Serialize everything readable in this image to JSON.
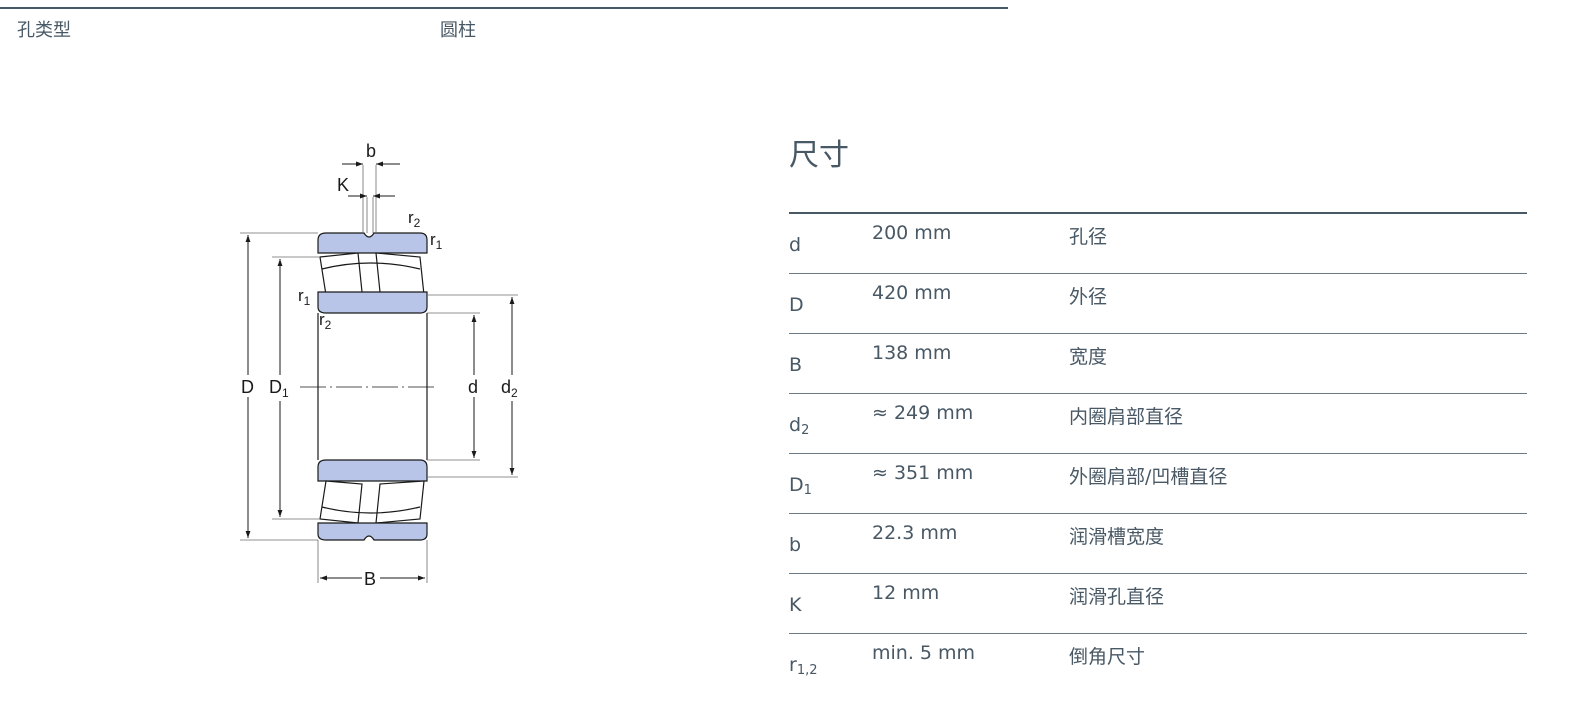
{
  "bore": {
    "label": "孔类型",
    "value": "圆柱"
  },
  "diagram_labels": {
    "b": "b",
    "K": "K",
    "r": "r",
    "r1_sub": "1",
    "r2_sub": "2",
    "D": "D",
    "D1_main": "D",
    "D1_sub": "1",
    "d": "d",
    "d2_main": "d",
    "d2_sub": "2",
    "B": "B"
  },
  "dimensions": {
    "title": "尺寸",
    "rows": [
      {
        "symbol": "d",
        "sub": "",
        "value": "200 mm",
        "desc": "孔径"
      },
      {
        "symbol": "D",
        "sub": "",
        "value": "420 mm",
        "desc": "外径"
      },
      {
        "symbol": "B",
        "sub": "",
        "value": "138 mm",
        "desc": "宽度"
      },
      {
        "symbol": "d",
        "sub": "2",
        "value": "≈ 249 mm",
        "desc": "内圈肩部直径"
      },
      {
        "symbol": "D",
        "sub": "1",
        "value": "≈ 351 mm",
        "desc": "外圈肩部/凹槽直径"
      },
      {
        "symbol": "b",
        "sub": "",
        "value": "22.3 mm",
        "desc": "润滑槽宽度"
      },
      {
        "symbol": "K",
        "sub": "",
        "value": "12 mm",
        "desc": "润滑孔直径"
      },
      {
        "symbol": "r",
        "sub": "1,2",
        "value": "min. 5 mm",
        "desc": "倒角尺寸"
      }
    ]
  },
  "colors": {
    "text": "#485865",
    "bearing_fill": "#b8c4e8",
    "line": "#1a1a1a"
  }
}
